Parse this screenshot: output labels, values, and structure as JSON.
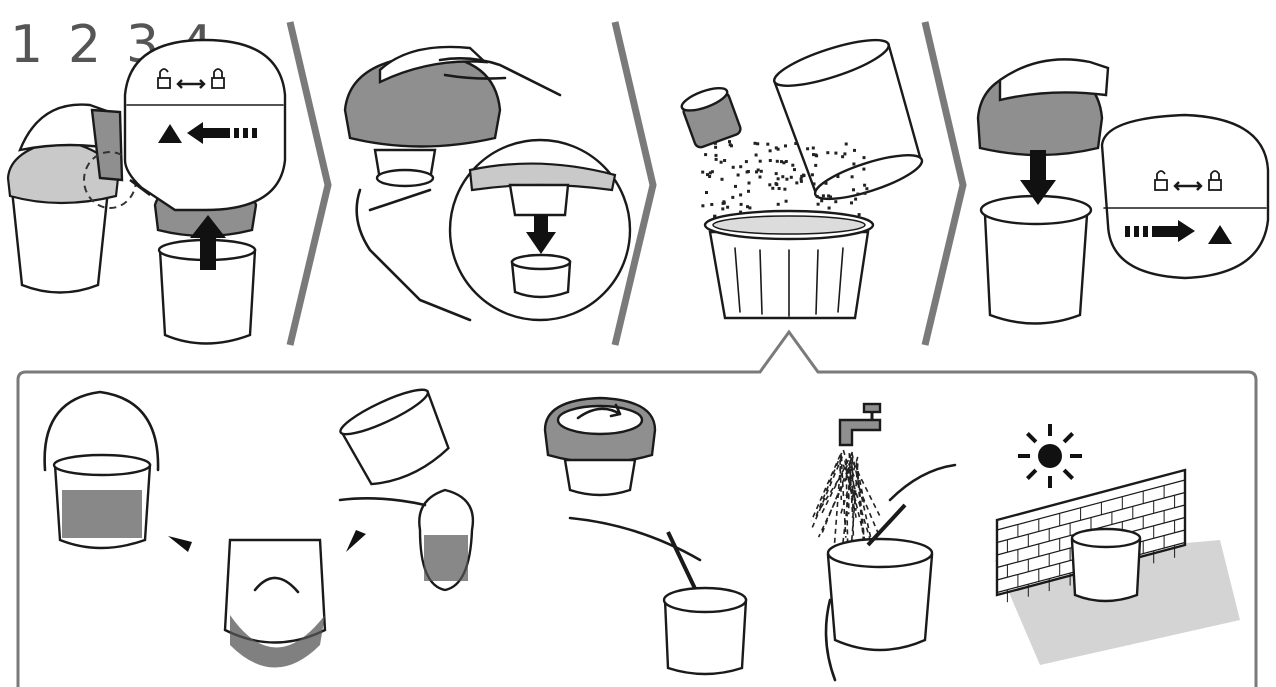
{
  "step_numbers": [
    "1",
    "2",
    "3",
    "4"
  ],
  "colors": {
    "line": "#1a1a1a",
    "part_grey": "#8f8f8f",
    "part_light_grey": "#c9c9c9",
    "separator": "#7a7a7a",
    "number": "#555555"
  },
  "icons": {
    "unlock": "unlock-icon",
    "lock": "lock-icon",
    "sun": "sun-icon",
    "faucet": "faucet-icon"
  }
}
